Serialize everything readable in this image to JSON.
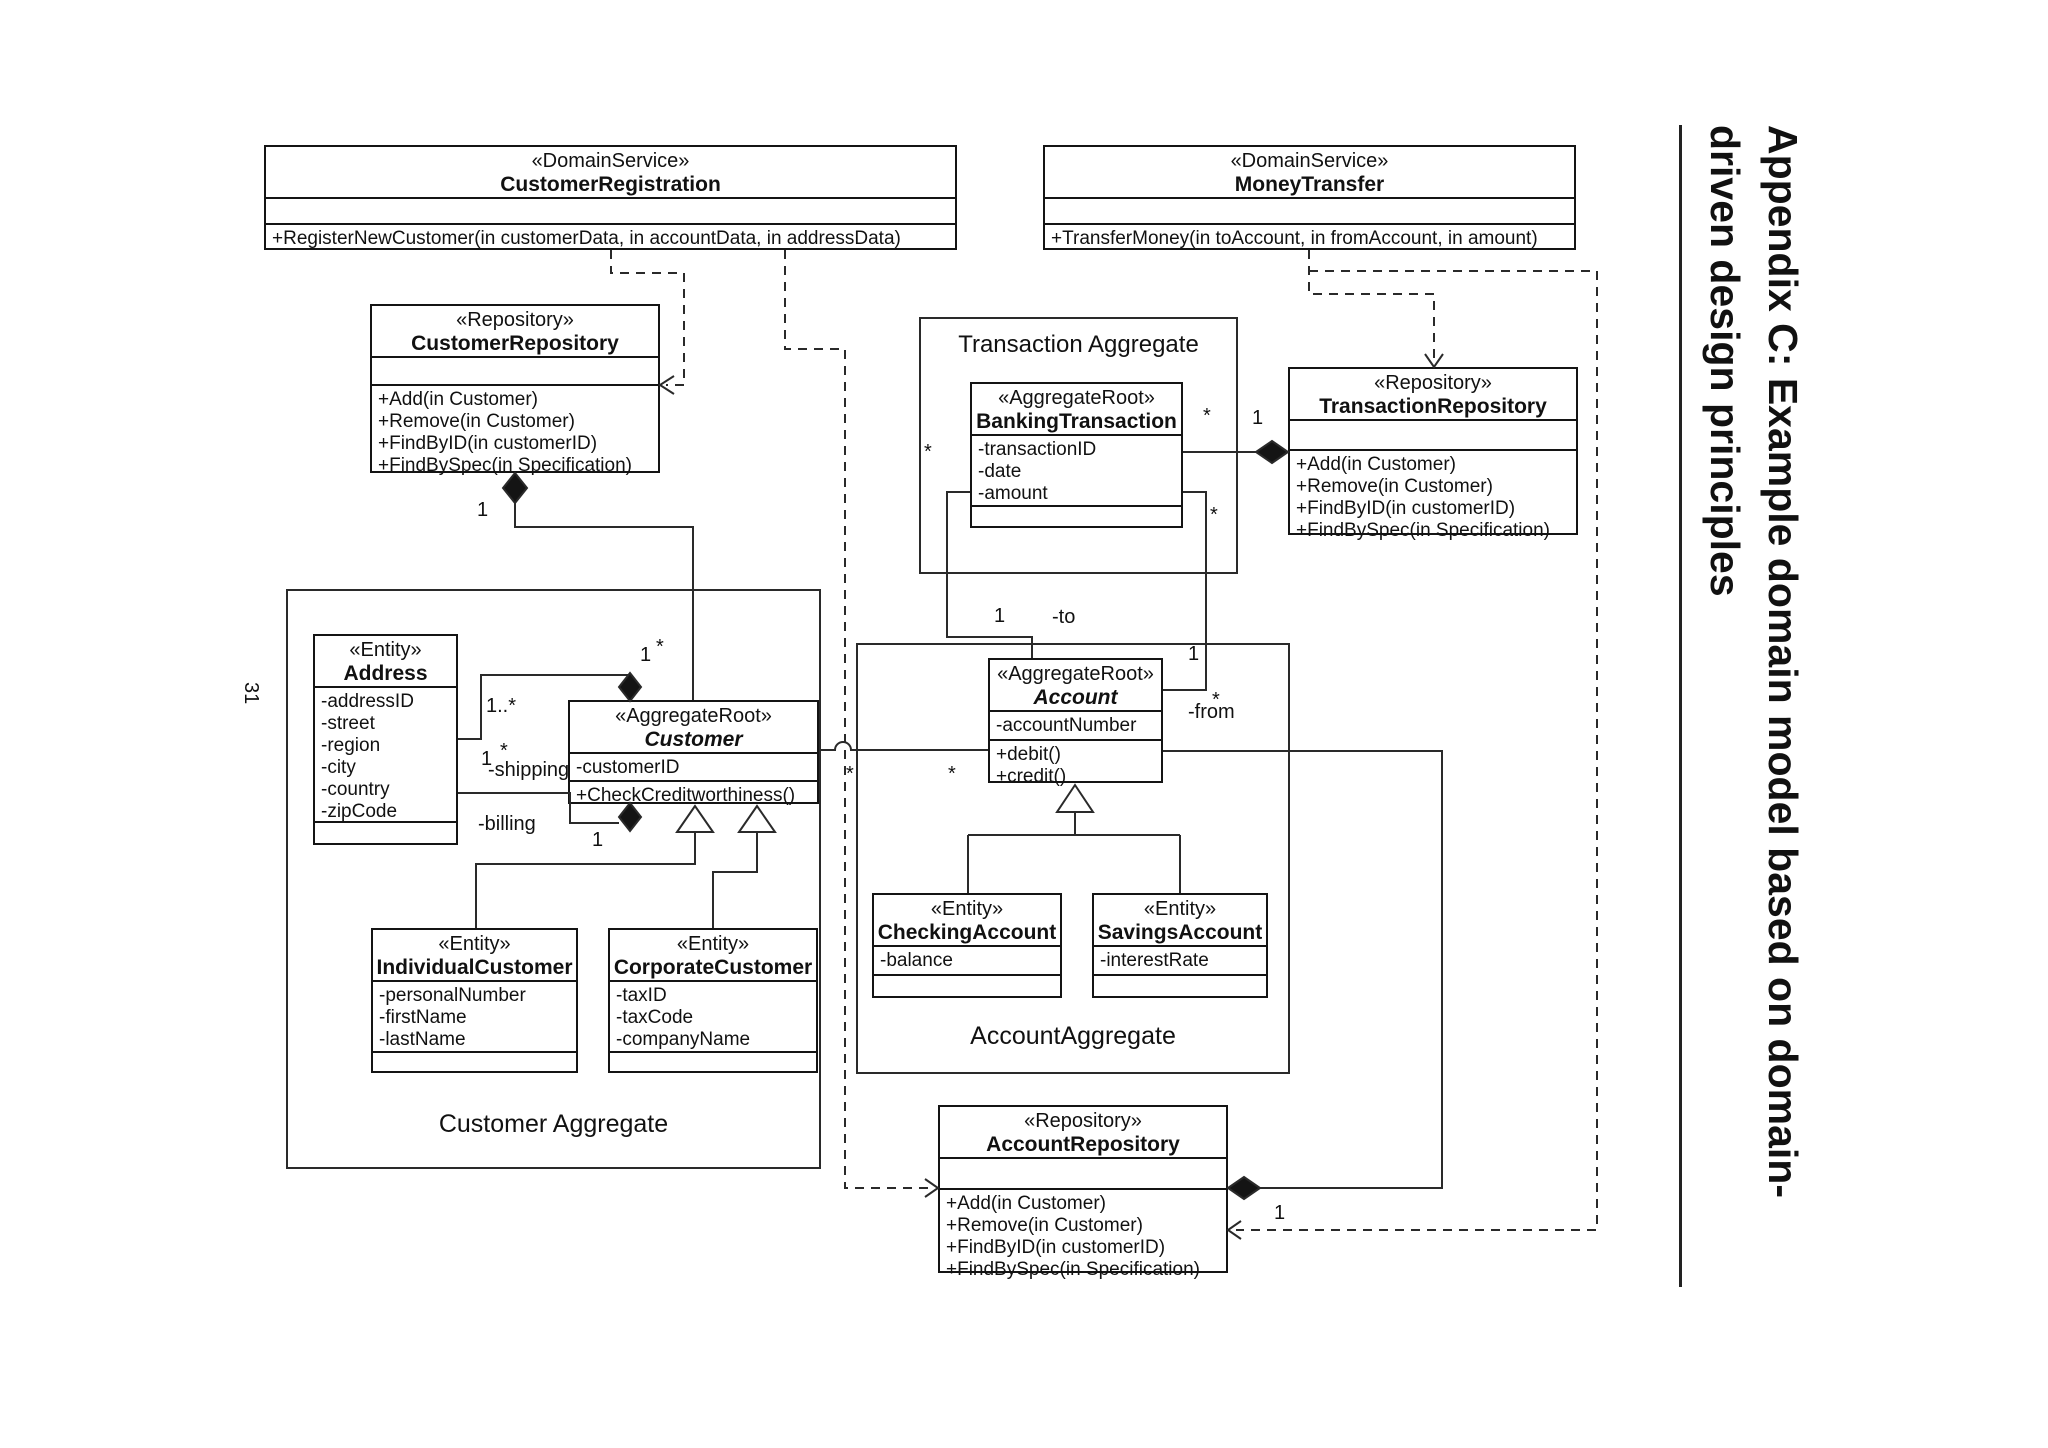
{
  "colors": {
    "ink": "#141414",
    "paper": "#ffffff"
  },
  "page": {
    "number": "31"
  },
  "side_title": {
    "line1": "Appendix C: Example domain model based on domain-",
    "line2": "driven design principles"
  },
  "aggregates": {
    "transaction": "Transaction Aggregate",
    "customer": "Customer Aggregate",
    "account": "AccountAggregate"
  },
  "classes": {
    "customerRegistration": {
      "stereotype": "«DomainService»",
      "name": "CustomerRegistration",
      "ops": [
        "+RegisterNewCustomer(in customerData, in accountData, in addressData)"
      ]
    },
    "moneyTransfer": {
      "stereotype": "«DomainService»",
      "name": "MoneyTransfer",
      "ops": [
        "+TransferMoney(in toAccount, in fromAccount, in amount)"
      ]
    },
    "customerRepository": {
      "stereotype": "«Repository»",
      "name": "CustomerRepository",
      "ops": [
        "+Add(in Customer)",
        "+Remove(in Customer)",
        "+FindByID(in customerID)",
        "+FindBySpec(in Specification)"
      ]
    },
    "transactionRepository": {
      "stereotype": "«Repository»",
      "name": "TransactionRepository",
      "ops": [
        "+Add(in Customer)",
        "+Remove(in Customer)",
        "+FindByID(in customerID)",
        "+FindBySpec(in Specification)"
      ]
    },
    "accountRepository": {
      "stereotype": "«Repository»",
      "name": "AccountRepository",
      "ops": [
        "+Add(in Customer)",
        "+Remove(in Customer)",
        "+FindByID(in customerID)",
        "+FindBySpec(in Specification)"
      ]
    },
    "bankingTransaction": {
      "stereotype": "«AggregateRoot»",
      "name": "BankingTransaction",
      "attrs": [
        "-transactionID",
        "-date",
        "-amount"
      ]
    },
    "address": {
      "stereotype": "«Entity»",
      "name": "Address",
      "attrs": [
        "-addressID",
        "-street",
        "-region",
        "-city",
        "-country",
        "-zipCode"
      ]
    },
    "customer": {
      "stereotype": "«AggregateRoot»",
      "name": "Customer",
      "attrs": [
        "-customerID"
      ],
      "ops": [
        "+CheckCreditworthiness()"
      ]
    },
    "individualCustomer": {
      "stereotype": "«Entity»",
      "name": "IndividualCustomer",
      "attrs": [
        "-personalNumber",
        "-firstName",
        "-lastName"
      ]
    },
    "corporateCustomer": {
      "stereotype": "«Entity»",
      "name": "CorporateCustomer",
      "attrs": [
        "-taxID",
        "-taxCode",
        "-companyName"
      ]
    },
    "account": {
      "stereotype": "«AggregateRoot»",
      "name": "Account",
      "attrs": [
        "-accountNumber"
      ],
      "ops": [
        "+debit()",
        "+credit()"
      ]
    },
    "checkingAccount": {
      "stereotype": "«Entity»",
      "name": "CheckingAccount",
      "attrs": [
        "-balance"
      ]
    },
    "savingsAccount": {
      "stereotype": "«Entity»",
      "name": "SavingsAccount",
      "attrs": [
        "-interestRate"
      ]
    }
  },
  "edge_labels": [
    "1",
    "1",
    "*",
    "1..*",
    "1",
    "*",
    "-shipping",
    "-billing",
    "1",
    "*",
    "*",
    "1",
    "-to",
    "*",
    "*",
    "1",
    "*",
    "1",
    "*",
    "-from",
    "1"
  ]
}
